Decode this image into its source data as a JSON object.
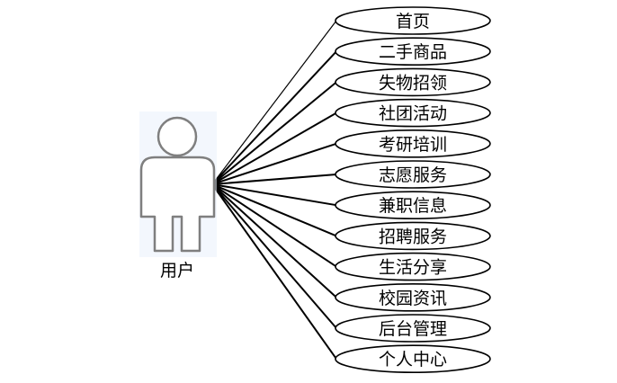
{
  "actor": {
    "label": "用户"
  },
  "use_cases": [
    {
      "label": "首页"
    },
    {
      "label": "二手商品"
    },
    {
      "label": "失物招领"
    },
    {
      "label": "社团活动"
    },
    {
      "label": "考研培训"
    },
    {
      "label": "志愿服务"
    },
    {
      "label": "兼职信息"
    },
    {
      "label": "招聘服务"
    },
    {
      "label": "生活分享"
    },
    {
      "label": "校园资讯"
    },
    {
      "label": "后台管理"
    },
    {
      "label": "个人中心"
    }
  ],
  "colors": {
    "line": "#000000",
    "actor_stroke": "#7f7f7f",
    "actor_bg": "#eaf1fb"
  }
}
